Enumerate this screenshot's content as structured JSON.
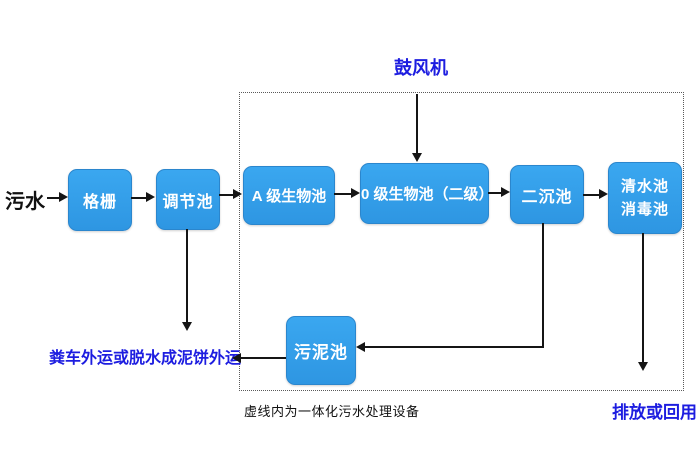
{
  "diagram": {
    "caption": "虚线内为一体化污水处理设备",
    "nodes": {
      "sewage": "污水",
      "grid": "格栅",
      "regulating": "调节池",
      "a_bio": "A 级生物池",
      "o_bio": "0 级生物池（二级）",
      "secondary_sed": "二沉池",
      "clean_line1": "清水池",
      "clean_line2": "消毒池",
      "sludge": "污泥池"
    },
    "labels": {
      "blower": "鼓风机",
      "sludge_out": "粪车外运或脱水成泥饼外运",
      "discharge": "排放或回用"
    },
    "colors": {
      "box_fill": "#339fe8",
      "box_border": "#2b86cd",
      "box_text": "#ffffff",
      "label_blue": "#1d1de0",
      "label_black": "#111111",
      "line": "#151515",
      "background": "#ffffff"
    }
  }
}
